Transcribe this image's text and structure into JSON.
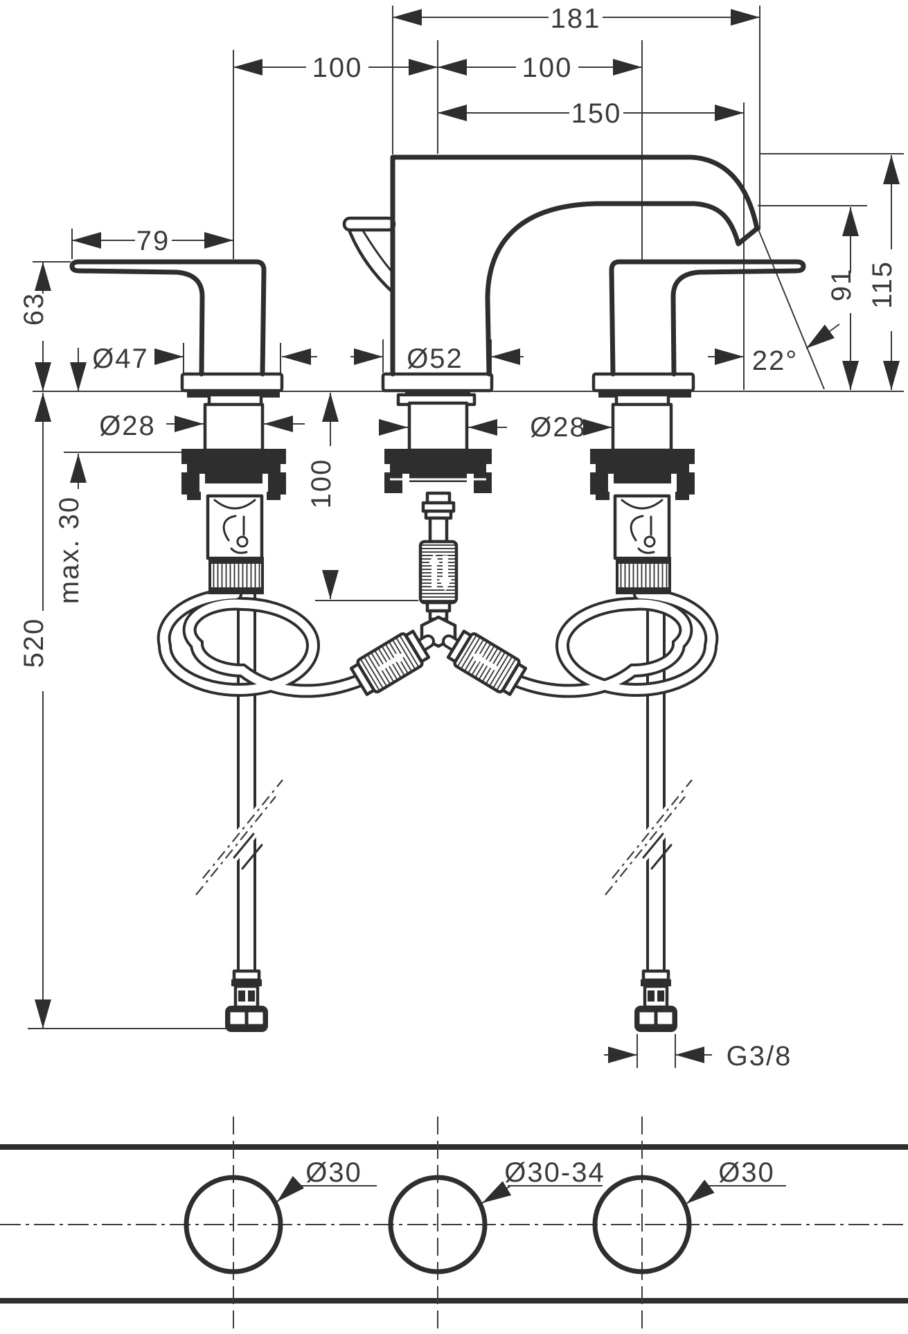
{
  "drawing": {
    "title": "3-hole basin mixer technical installation drawing",
    "labels": {
      "overall_width": "181",
      "left_spacing": "100",
      "right_spacing": "100",
      "spout_reach": "150",
      "handle_length": "79",
      "handle_height": "63",
      "handle_base_dia": "Ø47",
      "left_shank_dia": "Ø28",
      "spout_base_dia": "Ø52",
      "center_shank_dia": "Ø28",
      "connection_depth": "100",
      "counter_thickness": "max. 30",
      "hose_length": "520",
      "outlet_height": "91",
      "total_height": "115",
      "spout_angle": "22°",
      "supply_thread": "G3/8",
      "hole_left": "Ø30",
      "hole_center": "Ø30-34",
      "hole_right": "Ø30"
    }
  }
}
